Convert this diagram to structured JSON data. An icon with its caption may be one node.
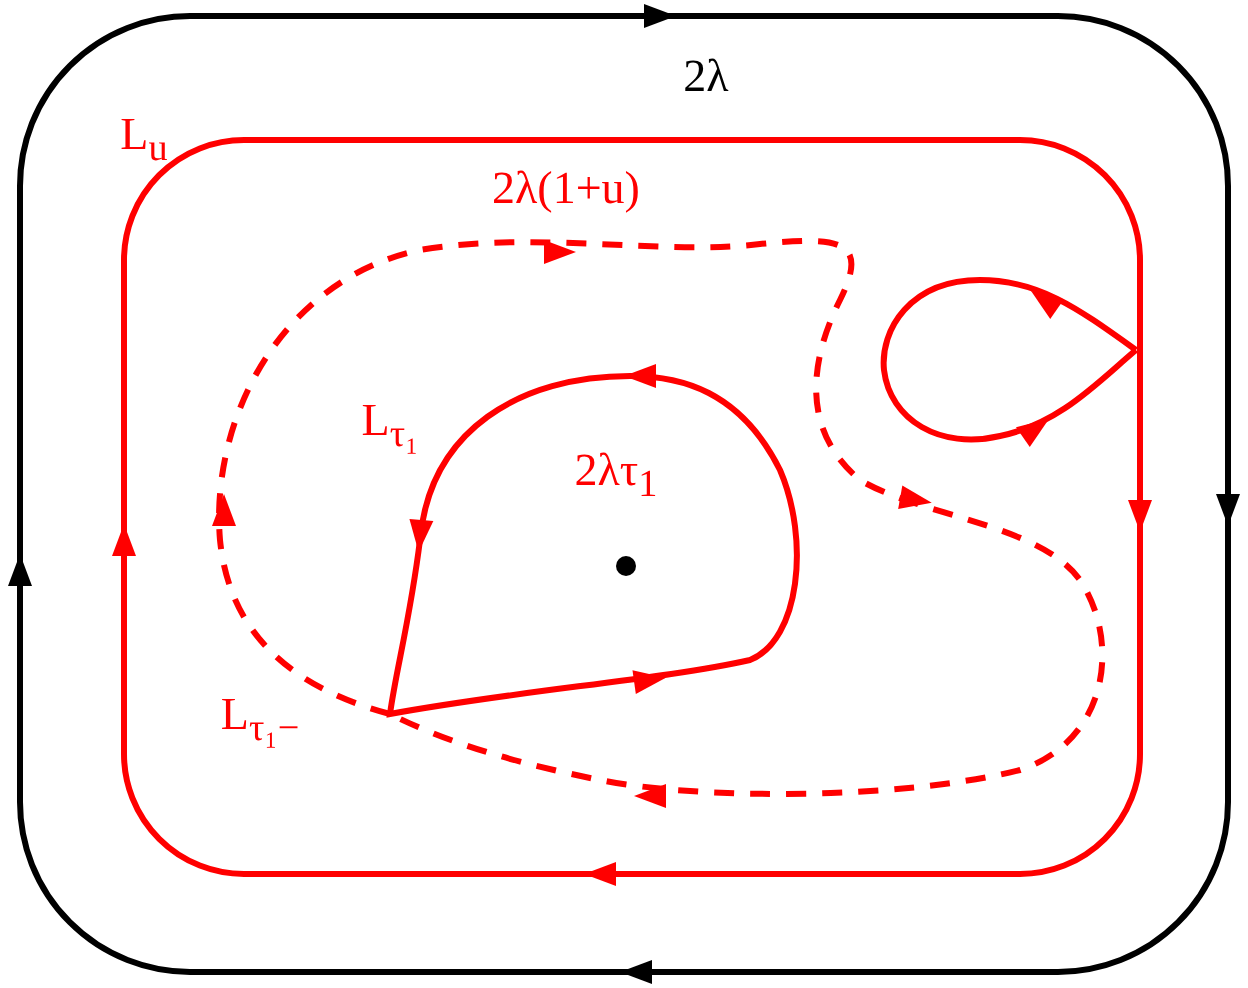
{
  "diagram": {
    "labels": [
      "2λ",
      "L$_{u}$",
      "2λ(1+u)",
      "L$_{τ₁}$",
      "2λτ$_{1}$",
      "L$_{τ₁−}$"
    ]
  }
}
